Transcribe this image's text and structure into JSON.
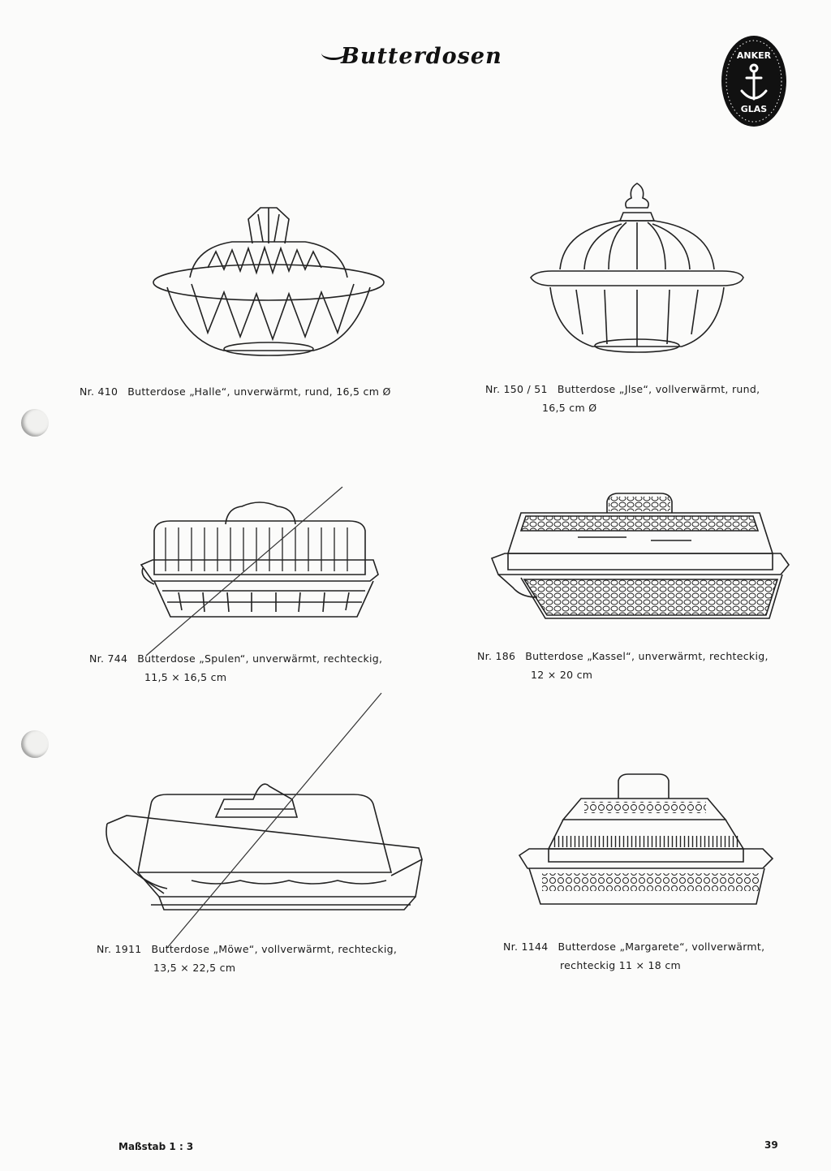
{
  "page": {
    "title": "Butterdosen",
    "logo": {
      "top": "ANKER",
      "bottom": "GLAS",
      "icon": "anchor-icon"
    },
    "scale": "Maßstab 1 : 3",
    "page_number": "39"
  },
  "items": [
    {
      "nr": "Nr. 410",
      "line1": "Butterdose „Halle“, unverwärmt, rund, 16,5 cm Ø",
      "line2": "",
      "icon": "round-butter-dish-halle"
    },
    {
      "nr": "Nr. 150 / 51",
      "line1": "Butterdose „Jlse“, vollverwärmt, rund,",
      "line2": "16,5 cm Ø",
      "icon": "round-butter-dish-jlse"
    },
    {
      "nr": "Nr. 744",
      "line1": "Butterdose „Spulen“, unverwärmt, rechteckig,",
      "line2": "11,5 × 16,5 cm",
      "icon": "rect-butter-dish-spulen"
    },
    {
      "nr": "Nr. 186",
      "line1": "Butterdose „Kassel“, unverwärmt, rechteckig,",
      "line2": "12 × 20 cm",
      "icon": "rect-butter-dish-kassel"
    },
    {
      "nr": "Nr. 1911",
      "line1": "Butterdose „Möwe“, vollverwärmt, rechteckig,",
      "line2": "13,5 × 22,5 cm",
      "icon": "rect-butter-dish-moewe"
    },
    {
      "nr": "Nr. 1144",
      "line1": "Butterdose „Margarete“, vollverwärmt,",
      "line2": "rechteckig  11 × 18 cm",
      "icon": "rect-butter-dish-margarete"
    }
  ]
}
